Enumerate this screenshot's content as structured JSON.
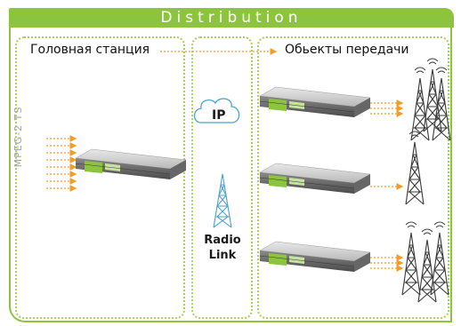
{
  "header": {
    "title": "Distribution"
  },
  "headend": {
    "label": "Головная станция",
    "input_label": "MPEG-2 TS"
  },
  "transmission": {
    "label": "Обьекты передачи"
  },
  "network": {
    "ip_label": "IP",
    "radio_label_line1": "Radio",
    "radio_label_line2": "Link"
  },
  "colors": {
    "accent": "#8cc43e",
    "arrow": "#f39c29",
    "cloud": "#4da3c8"
  }
}
